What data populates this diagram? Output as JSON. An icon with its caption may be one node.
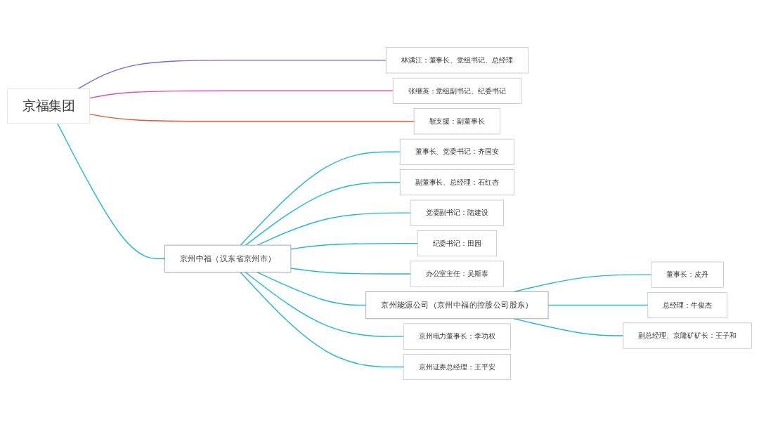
{
  "diagram": {
    "nodes": [
      {
        "text": [
          "京福集团"
        ]
      },
      {
        "text": [
          "林满江：董事长、党组书记、总经理"
        ]
      },
      {
        "text": [
          "张继英：党组副书记、纪委书记"
        ]
      },
      {
        "text": [
          "靳支援：副董事长"
        ]
      },
      {
        "text": [
          "京州中福（汉东省京州市）"
        ]
      },
      {
        "text": [
          "董事长、党委书记：齐国安"
        ]
      },
      {
        "text": [
          "副董事长、总经理：石红杏"
        ]
      },
      {
        "text": [
          "党委副书记：陆建设"
        ]
      },
      {
        "text": [
          "纪委书记：田园"
        ]
      },
      {
        "text": [
          "办公室主任：吴斯泰"
        ]
      },
      {
        "text": [
          "京州能源公司（京州中福的控股公司股东）"
        ]
      },
      {
        "text": [
          "董事长：皮丹"
        ]
      },
      {
        "text": [
          "总经理：牛俊杰"
        ]
      },
      {
        "text": [
          "副总经理、京隆矿矿长：王子和"
        ]
      },
      {
        "text": [
          "京州电力董事长：李功权"
        ]
      },
      {
        "text": [
          "京州证券总经理：王平安"
        ]
      }
    ],
    "edges": [
      {
        "from": 0,
        "to": 1,
        "arrow": "none",
        "color": "#6f6ce8"
      },
      {
        "from": 0,
        "to": 2,
        "arrow": "none",
        "color": "#e84fae"
      },
      {
        "from": 0,
        "to": 3,
        "arrow": "none",
        "color": "#f0522f"
      },
      {
        "from": 0,
        "to": 4,
        "arrow": "none"
      },
      {
        "from": 4,
        "to": 5,
        "arrow": "none"
      },
      {
        "from": 4,
        "to": 6,
        "arrow": "none"
      },
      {
        "from": 4,
        "to": 7,
        "arrow": "none"
      },
      {
        "from": 4,
        "to": 8,
        "arrow": "none"
      },
      {
        "from": 4,
        "to": 9,
        "arrow": "none"
      },
      {
        "from": 4,
        "to": 10,
        "arrow": "none"
      },
      {
        "from": 10,
        "to": 11,
        "arrow": "none"
      },
      {
        "from": 10,
        "to": 12,
        "arrow": "none"
      },
      {
        "from": 10,
        "to": 13,
        "arrow": "none"
      },
      {
        "from": 4,
        "to": 14,
        "arrow": "none"
      },
      {
        "from": 4,
        "to": 15,
        "arrow": "none"
      }
    ]
  }
}
